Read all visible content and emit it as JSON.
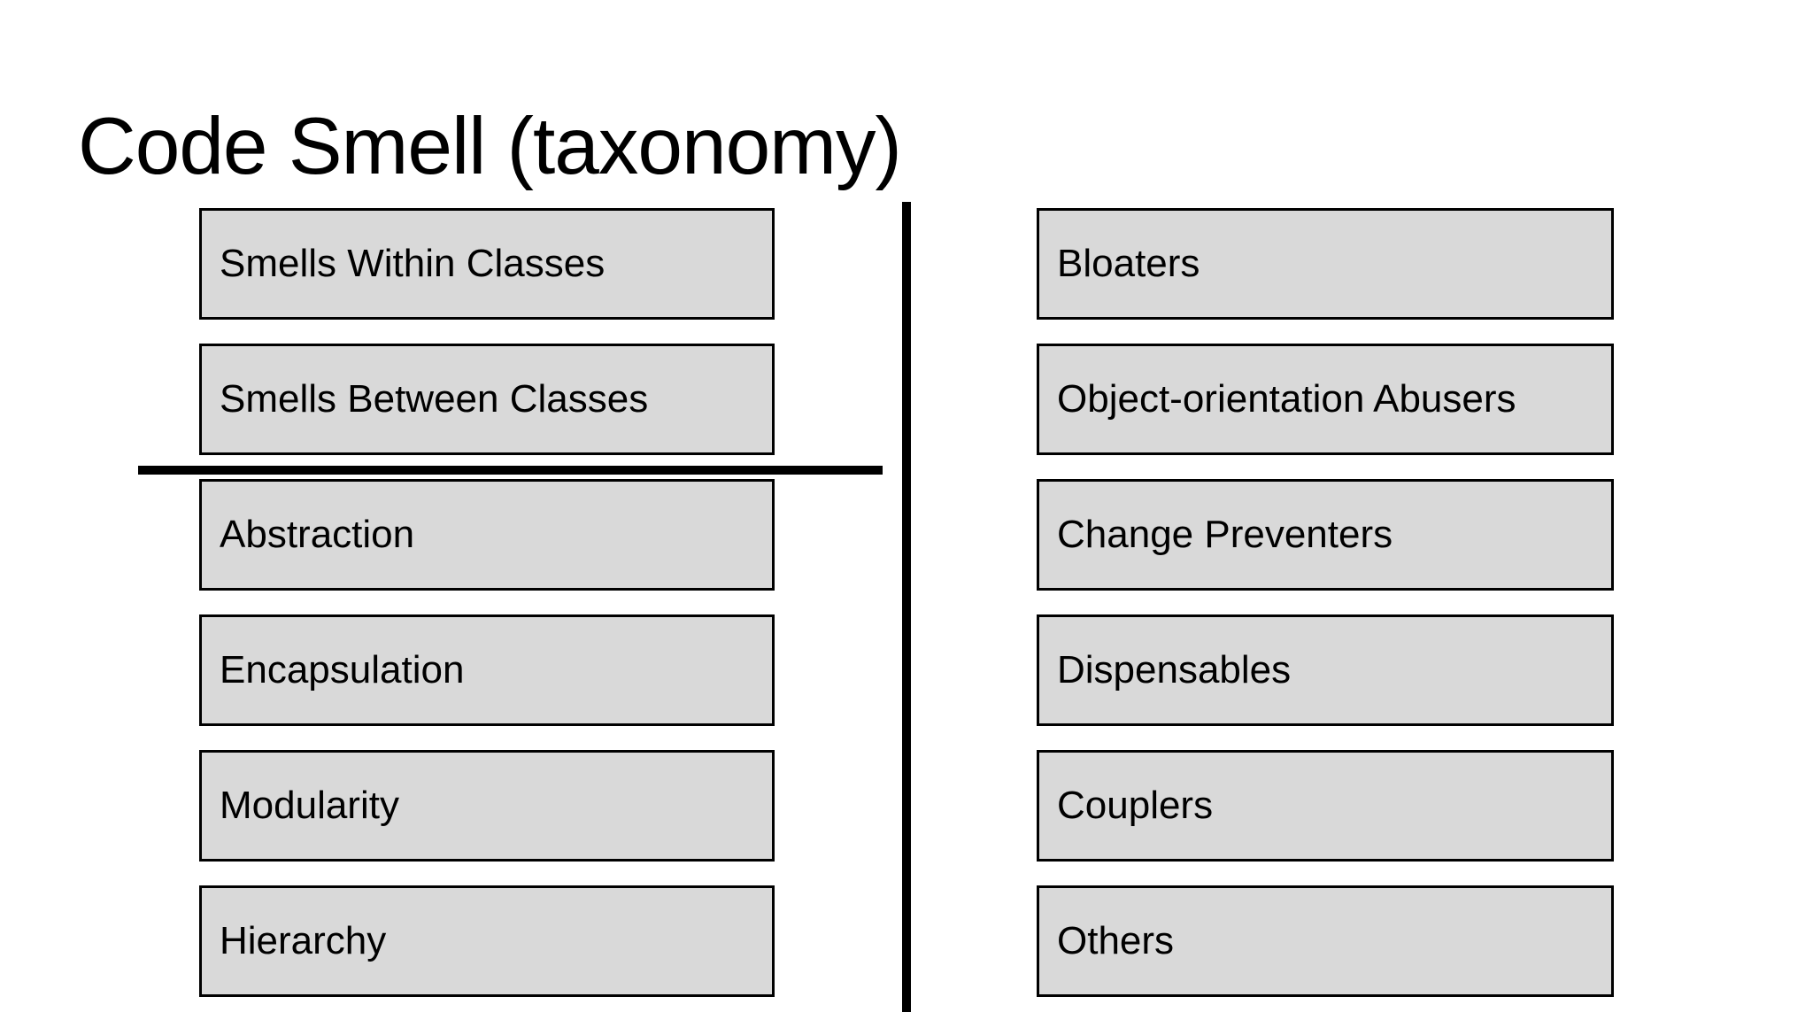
{
  "title": "Code Smell (taxonomy)",
  "columns": {
    "left": [
      "Smells Within Classes",
      "Smells Between Classes",
      "Abstraction",
      "Encapsulation",
      "Modularity",
      "Hierarchy"
    ],
    "right": [
      "Bloaters",
      "Object-orientation Abusers",
      "Change Preventers",
      "Dispensables",
      "Couplers",
      "Others"
    ]
  },
  "dividers": {
    "horizontal": "separates class-scope smells from design-principle categories (left column, between rows 2 and 3)",
    "vertical": "separates left column from right column"
  },
  "colors": {
    "background": "#ffffff",
    "box_fill": "#d9d9d9",
    "box_border": "#000000",
    "divider": "#000000",
    "text": "#000000"
  }
}
